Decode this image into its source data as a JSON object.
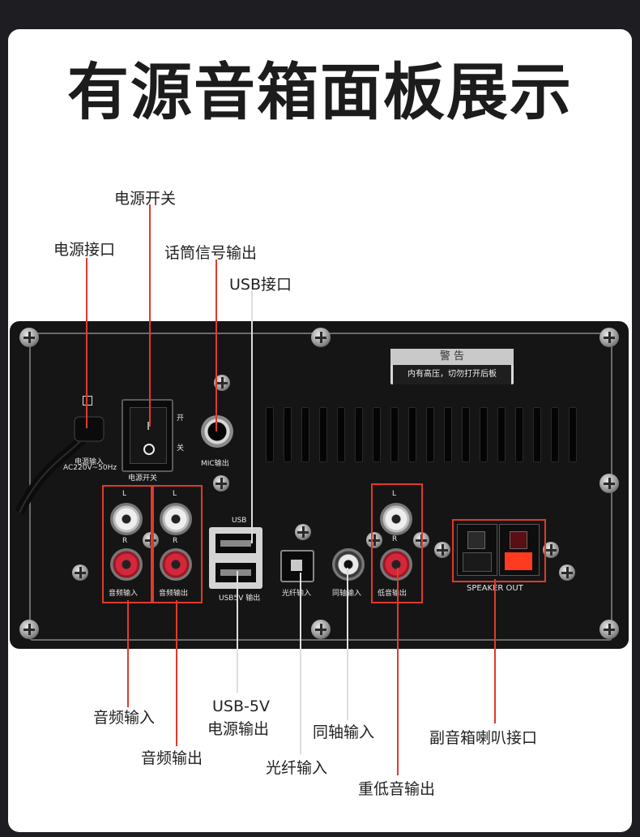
{
  "title": "有源音箱面板展示",
  "callouts": {
    "power_switch": "电源开关",
    "power_port": "电源接口",
    "mic_out": "话筒信号输出",
    "usb_port": "USB接口",
    "audio_in": "音频输入",
    "audio_out": "音频输出",
    "usb_power_line1": "USB-5V",
    "usb_power_line2": "电源输出",
    "optical_in": "光纤输入",
    "coax_in": "同轴输入",
    "sub_out": "重低音输出",
    "speaker_port": "副音箱喇叭接口"
  },
  "panel": {
    "warning_title": "警 告",
    "warning_text": "内有高压，切勿打开后板",
    "power_input": "电源输入",
    "power_spec": "AC220V~50Hz",
    "switch_label": "电源开关",
    "switch_on": "开",
    "switch_off": "关",
    "switch_on_mark": "I",
    "mic_label": "MIC输出",
    "usb_label": "USB",
    "usb5v_label": "USB5V 输出",
    "left": "L",
    "right": "R",
    "audio_in": "音频输入",
    "audio_out": "音频输出",
    "optical": "光纤输入",
    "coax": "同轴输入",
    "sub": "低音输出",
    "speaker_out": "SPEAKER OUT"
  }
}
